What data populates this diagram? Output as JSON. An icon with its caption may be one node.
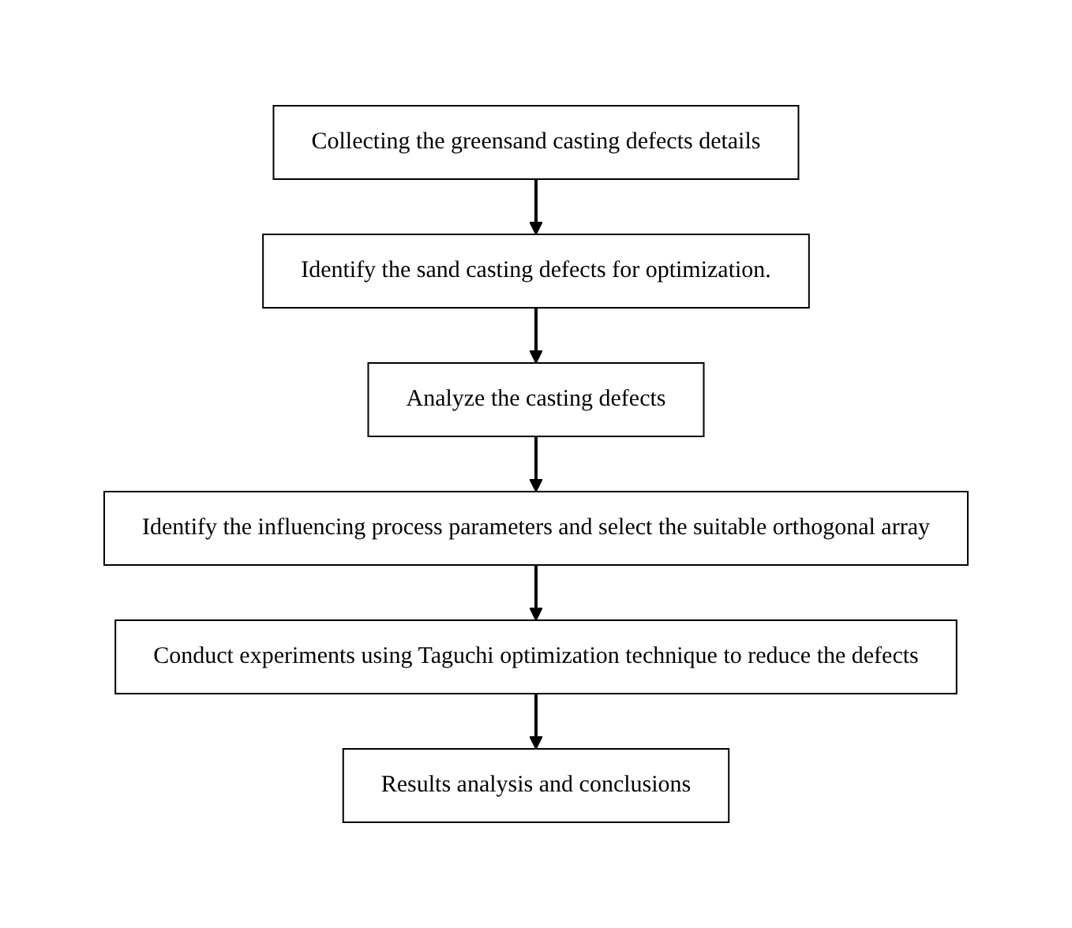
{
  "diagram": {
    "nodes": [
      {
        "text": [
          "Collecting the greensand casting defects details"
        ]
      },
      {
        "text": [
          "Identify the sand casting defects for optimization."
        ]
      },
      {
        "text": [
          "Analyze the casting defects"
        ]
      },
      {
        "text": [
          "Identify the influencing process parameters and select the suitable orthogonal array"
        ]
      },
      {
        "text": [
          "Conduct experiments using Taguchi optimization technique to reduce the defects"
        ]
      },
      {
        "text": [
          "Results analysis and conclusions"
        ]
      }
    ],
    "edges": [
      {
        "from": 0,
        "to": 1,
        "arrow": "to"
      },
      {
        "from": 1,
        "to": 2,
        "arrow": "to"
      },
      {
        "from": 2,
        "to": 3,
        "arrow": "to"
      },
      {
        "from": 3,
        "to": 4,
        "arrow": "to"
      },
      {
        "from": 4,
        "to": 5,
        "arrow": "to"
      }
    ]
  }
}
